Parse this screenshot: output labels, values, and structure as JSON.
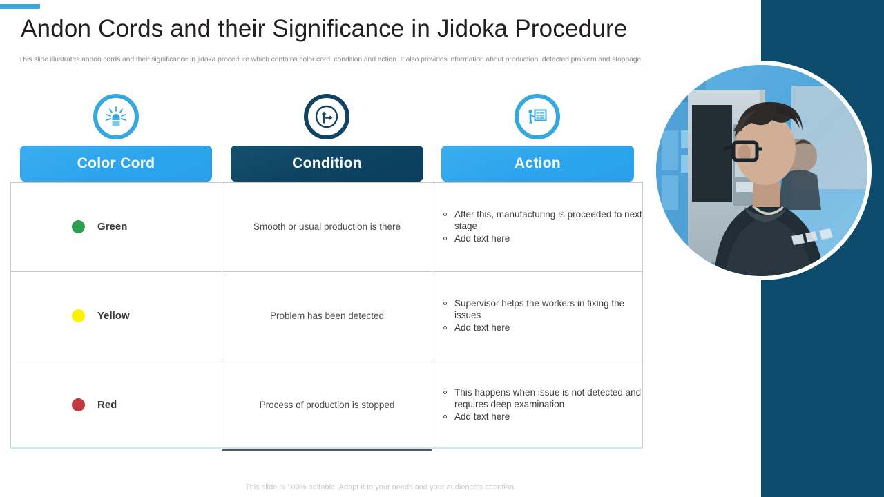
{
  "slide": {
    "title": "Andon Cords and their Significance in Jidoka Procedure",
    "subtitle": "This slide illustrates andon cords and their significance in jidoka procedure which contains color cord, condition and action. It also provides information about production, detected problem and stoppage.",
    "footer_note": "This slide is 100% editable. Adapt it to your needs and your audience's attention."
  },
  "theme": {
    "accent_blue": "#35a8e0",
    "header_blue": "#2ba3ed",
    "header_navy": "#0d4261",
    "panel_navy": "#0c4b6b",
    "title_color": "#231f20",
    "subtitle_color": "#8a8a8a"
  },
  "icons": [
    {
      "name": "andon-alarm-light-icon",
      "style": "blue"
    },
    {
      "name": "process-arrows-icon",
      "style": "navy"
    },
    {
      "name": "presentation-training-icon",
      "style": "blue"
    }
  ],
  "columns": [
    {
      "label": "Color Cord",
      "style": "blue"
    },
    {
      "label": "Condition",
      "style": "navy"
    },
    {
      "label": "Action",
      "style": "blue"
    }
  ],
  "rows": [
    {
      "color_label": "Green",
      "color_hex": "#2e9e4f",
      "condition": "Smooth or usual production is there",
      "actions": [
        "After this, manufacturing is proceeded to next stage",
        "Add text here"
      ]
    },
    {
      "color_label": "Yellow",
      "color_hex": "#fdf200",
      "condition": "Problem has been detected",
      "actions": [
        "Supervisor helps the workers in fixing the issues",
        "Add text here"
      ]
    },
    {
      "color_label": "Red",
      "color_hex": "#c0393f",
      "condition": "Process of production is stopped",
      "actions": [
        "This happens when issue is not detected and requires deep examination",
        "Add text here"
      ]
    }
  ],
  "photo": {
    "name": "factory-worker-at-machine-photo",
    "alt": "Worker with glasses seen from behind operating an industrial control panel"
  }
}
